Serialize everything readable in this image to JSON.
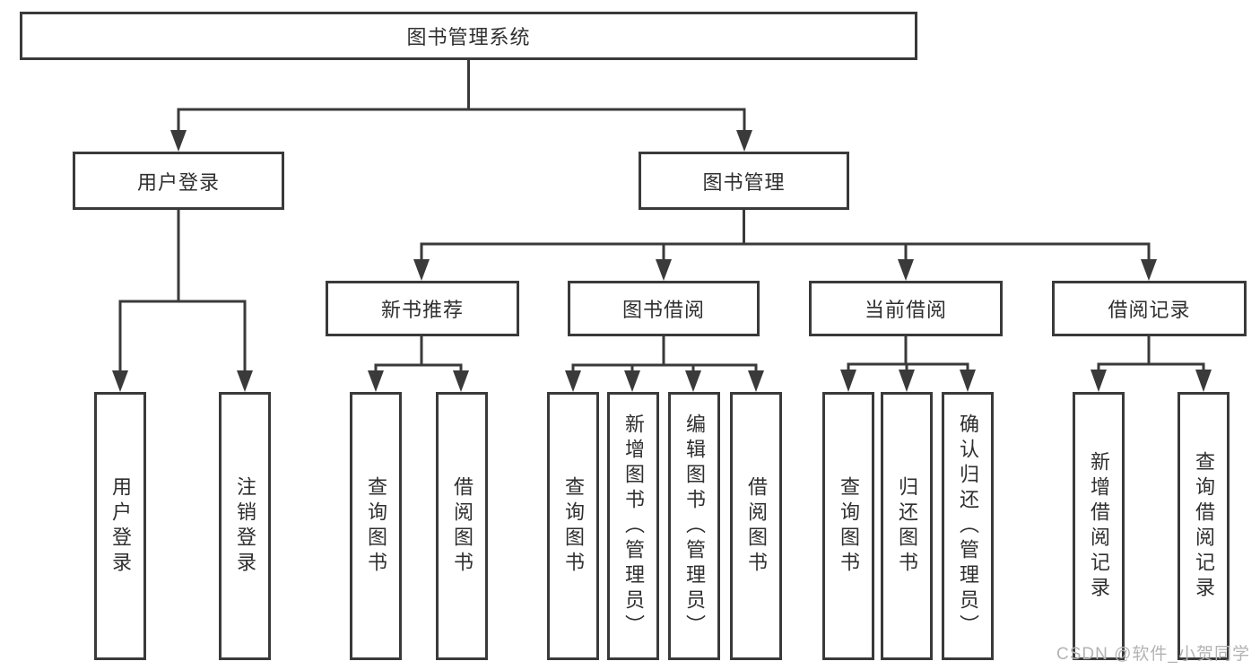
{
  "diagram_title": "图书管理系统",
  "tree": {
    "label": "图书管理系统",
    "children": [
      {
        "label": "用户登录",
        "children": [
          {
            "label": "用户登录"
          },
          {
            "label": "注销登录"
          }
        ]
      },
      {
        "label": "图书管理",
        "children": [
          {
            "label": "新书推荐",
            "children": [
              {
                "label": "查询图书"
              },
              {
                "label": "借阅图书"
              }
            ]
          },
          {
            "label": "图书借阅",
            "children": [
              {
                "label": "查询图书"
              },
              {
                "label": "新增图书（管理员）"
              },
              {
                "label": "编辑图书（管理员）"
              },
              {
                "label": "借阅图书"
              }
            ]
          },
          {
            "label": "当前借阅",
            "children": [
              {
                "label": "查询图书"
              },
              {
                "label": "归还图书"
              },
              {
                "label": "确认归还（管理员）"
              }
            ]
          },
          {
            "label": "借阅记录",
            "children": [
              {
                "label": "新增借阅记录"
              },
              {
                "label": "查询借阅记录"
              }
            ]
          }
        ]
      }
    ]
  },
  "watermark": {
    "text": "CSDN @软件_小贺同学"
  },
  "colors": {
    "line": "#3a3a3a",
    "box_border": "#3a3a3a",
    "text": "#2f2f2f",
    "watermark": "#b3b3b3",
    "background": "#ffffff"
  }
}
